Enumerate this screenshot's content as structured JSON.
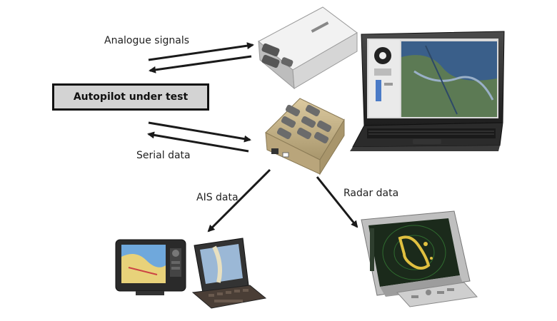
{
  "labels": {
    "analogue_signals": "Analogue signals",
    "autopilot": "Autopilot under test",
    "serial_data": "Serial data",
    "ais_data": "AIS data",
    "radar_data": "Radar data"
  },
  "colors": {
    "arrow": "#1a1a1a",
    "box_fill": "#d3d3d3",
    "box_border": "#111111",
    "device_silver": "#c8c8c8",
    "device_tan": "#c9b48a",
    "screen_map_blue": "#3a5f8a",
    "radar_bg": "#1b2a1b",
    "radar_echo": "#e0c040"
  },
  "icons": [
    "analogue-interface-box-icon",
    "laptop-computer-icon",
    "serial-hub-icon",
    "chartplotter-icon",
    "handheld-navigator-icon",
    "radar-display-icon"
  ]
}
